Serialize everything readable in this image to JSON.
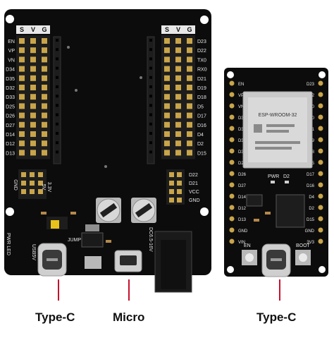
{
  "colors": {
    "board": "#0c0c0c",
    "silk": "#e8e8e8",
    "pin_gold": "#c9a54a",
    "header": "#1d1d1d",
    "callout_line": "#c8102e",
    "module_shield": "#c9c9c9",
    "usb_metal": "#cfcfcf",
    "jumper": "#e8c21a"
  },
  "breakout_board": {
    "header_cols": [
      "S",
      "V",
      "G"
    ],
    "left_pins": [
      "EN",
      "VP",
      "VN",
      "D34",
      "D35",
      "D32",
      "D33",
      "D25",
      "D26",
      "D27",
      "D14",
      "D12",
      "D13"
    ],
    "right_pins": [
      "D23",
      "D22",
      "TX0",
      "RX0",
      "D21",
      "D19",
      "D18",
      "D5",
      "D17",
      "D16",
      "D4",
      "D2",
      "D15"
    ],
    "aux_pins": [
      "D22",
      "D21",
      "VCC",
      "GND"
    ],
    "small_labels": {
      "gnd": "GND",
      "v5": "5V",
      "v33": "3.3V",
      "jump": "JUMP",
      "power_led": "PWR LED",
      "usb_label": "USB5V",
      "dc_label": "DC6.5-16V"
    }
  },
  "module": {
    "chip_text": [
      "ESP-WROOM-32"
    ],
    "labels": {
      "pwr": "PWR",
      "d2": "D2",
      "en": "EN",
      "boot": "BOOT"
    },
    "left_pins": [
      "EN",
      "VP",
      "VN",
      "D34",
      "D35",
      "D32",
      "D33",
      "D25",
      "D26",
      "D27",
      "D14",
      "D12",
      "D13",
      "GND",
      "VIN"
    ],
    "right_pins": [
      "D23",
      "D22",
      "TX0",
      "RX0",
      "D21",
      "D19",
      "D18",
      "D5",
      "D17",
      "D16",
      "D4",
      "D2",
      "D15",
      "GND",
      "3V3"
    ]
  },
  "callouts": {
    "type_c_left": "Type-C",
    "micro": "Micro",
    "type_c_right": "Type-C"
  }
}
